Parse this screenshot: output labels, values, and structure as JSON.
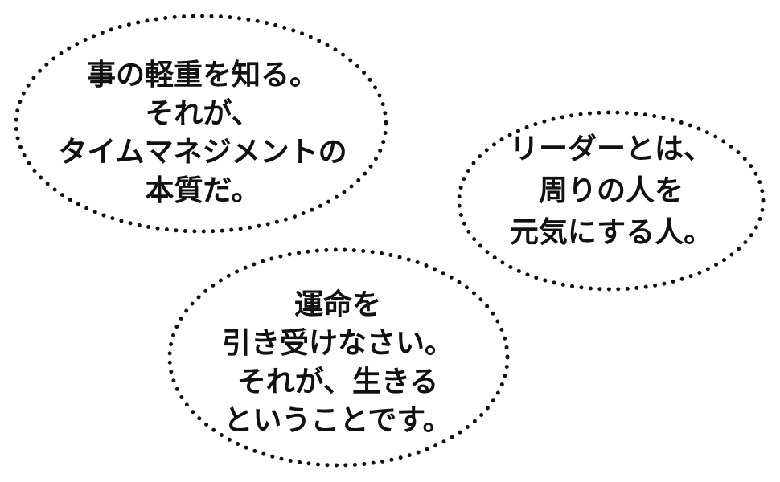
{
  "quotes": [
    {
      "lines": [
        "事の軽重を知る。",
        "それが、",
        "タイムマネジメントの",
        "本質だ。"
      ]
    },
    {
      "lines": [
        "リーダーとは、",
        "周りの人を",
        "元気にする人。"
      ]
    },
    {
      "lines": [
        "運命を",
        "引き受けなさい。",
        "それが、生きる",
        "ということです。"
      ]
    }
  ],
  "colors": {
    "text": "#111111",
    "dots": "#111111",
    "background": "#ffffff"
  }
}
